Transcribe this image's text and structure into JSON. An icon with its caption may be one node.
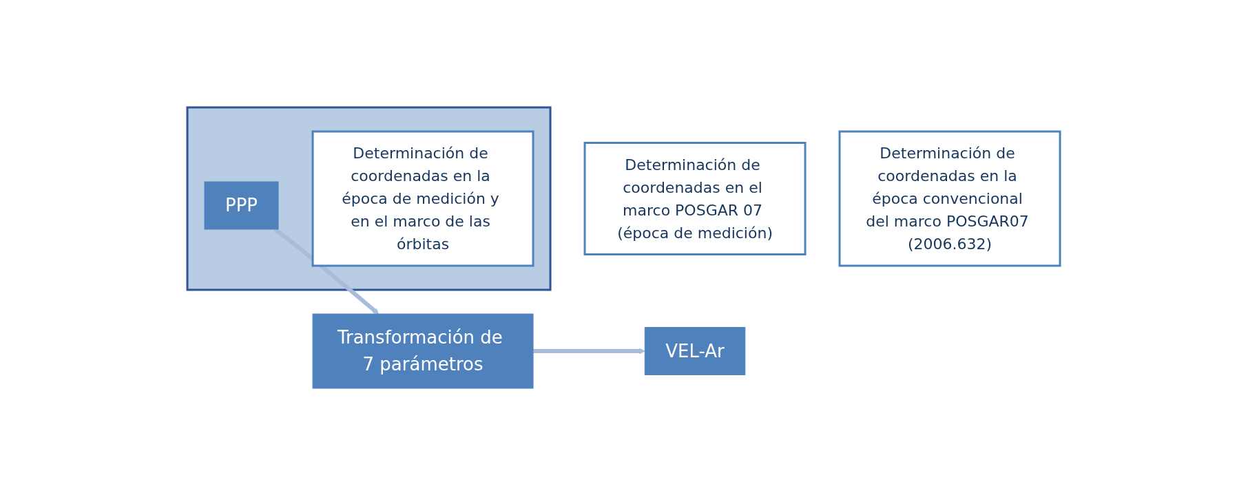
{
  "diagram": {
    "nodes": [
      {
        "text": [],
        "shape": "box"
      },
      {
        "text": [
          "PPP"
        ],
        "in": 0
      },
      {
        "text": [
          "Determinación de coordenadas en la época de medición y en el marco de las órbitas"
        ],
        "in": 0
      },
      {
        "text": [
          "Transformación de 7 parámetros"
        ]
      },
      {
        "text": [
          "Determinación de coordenadas en el marco POSGAR 07 (época de medición)"
        ]
      },
      {
        "text": [
          "VEL-Ar"
        ]
      },
      {
        "text": [
          "Determinación de coordenadas en la época convencional del marco POSGAR07 (2006.632)"
        ]
      }
    ],
    "edges": [
      {
        "from": 1,
        "to": 3,
        "arrow": "to"
      },
      {
        "from": 3,
        "to": 5,
        "arrow": "to"
      }
    ]
  }
}
